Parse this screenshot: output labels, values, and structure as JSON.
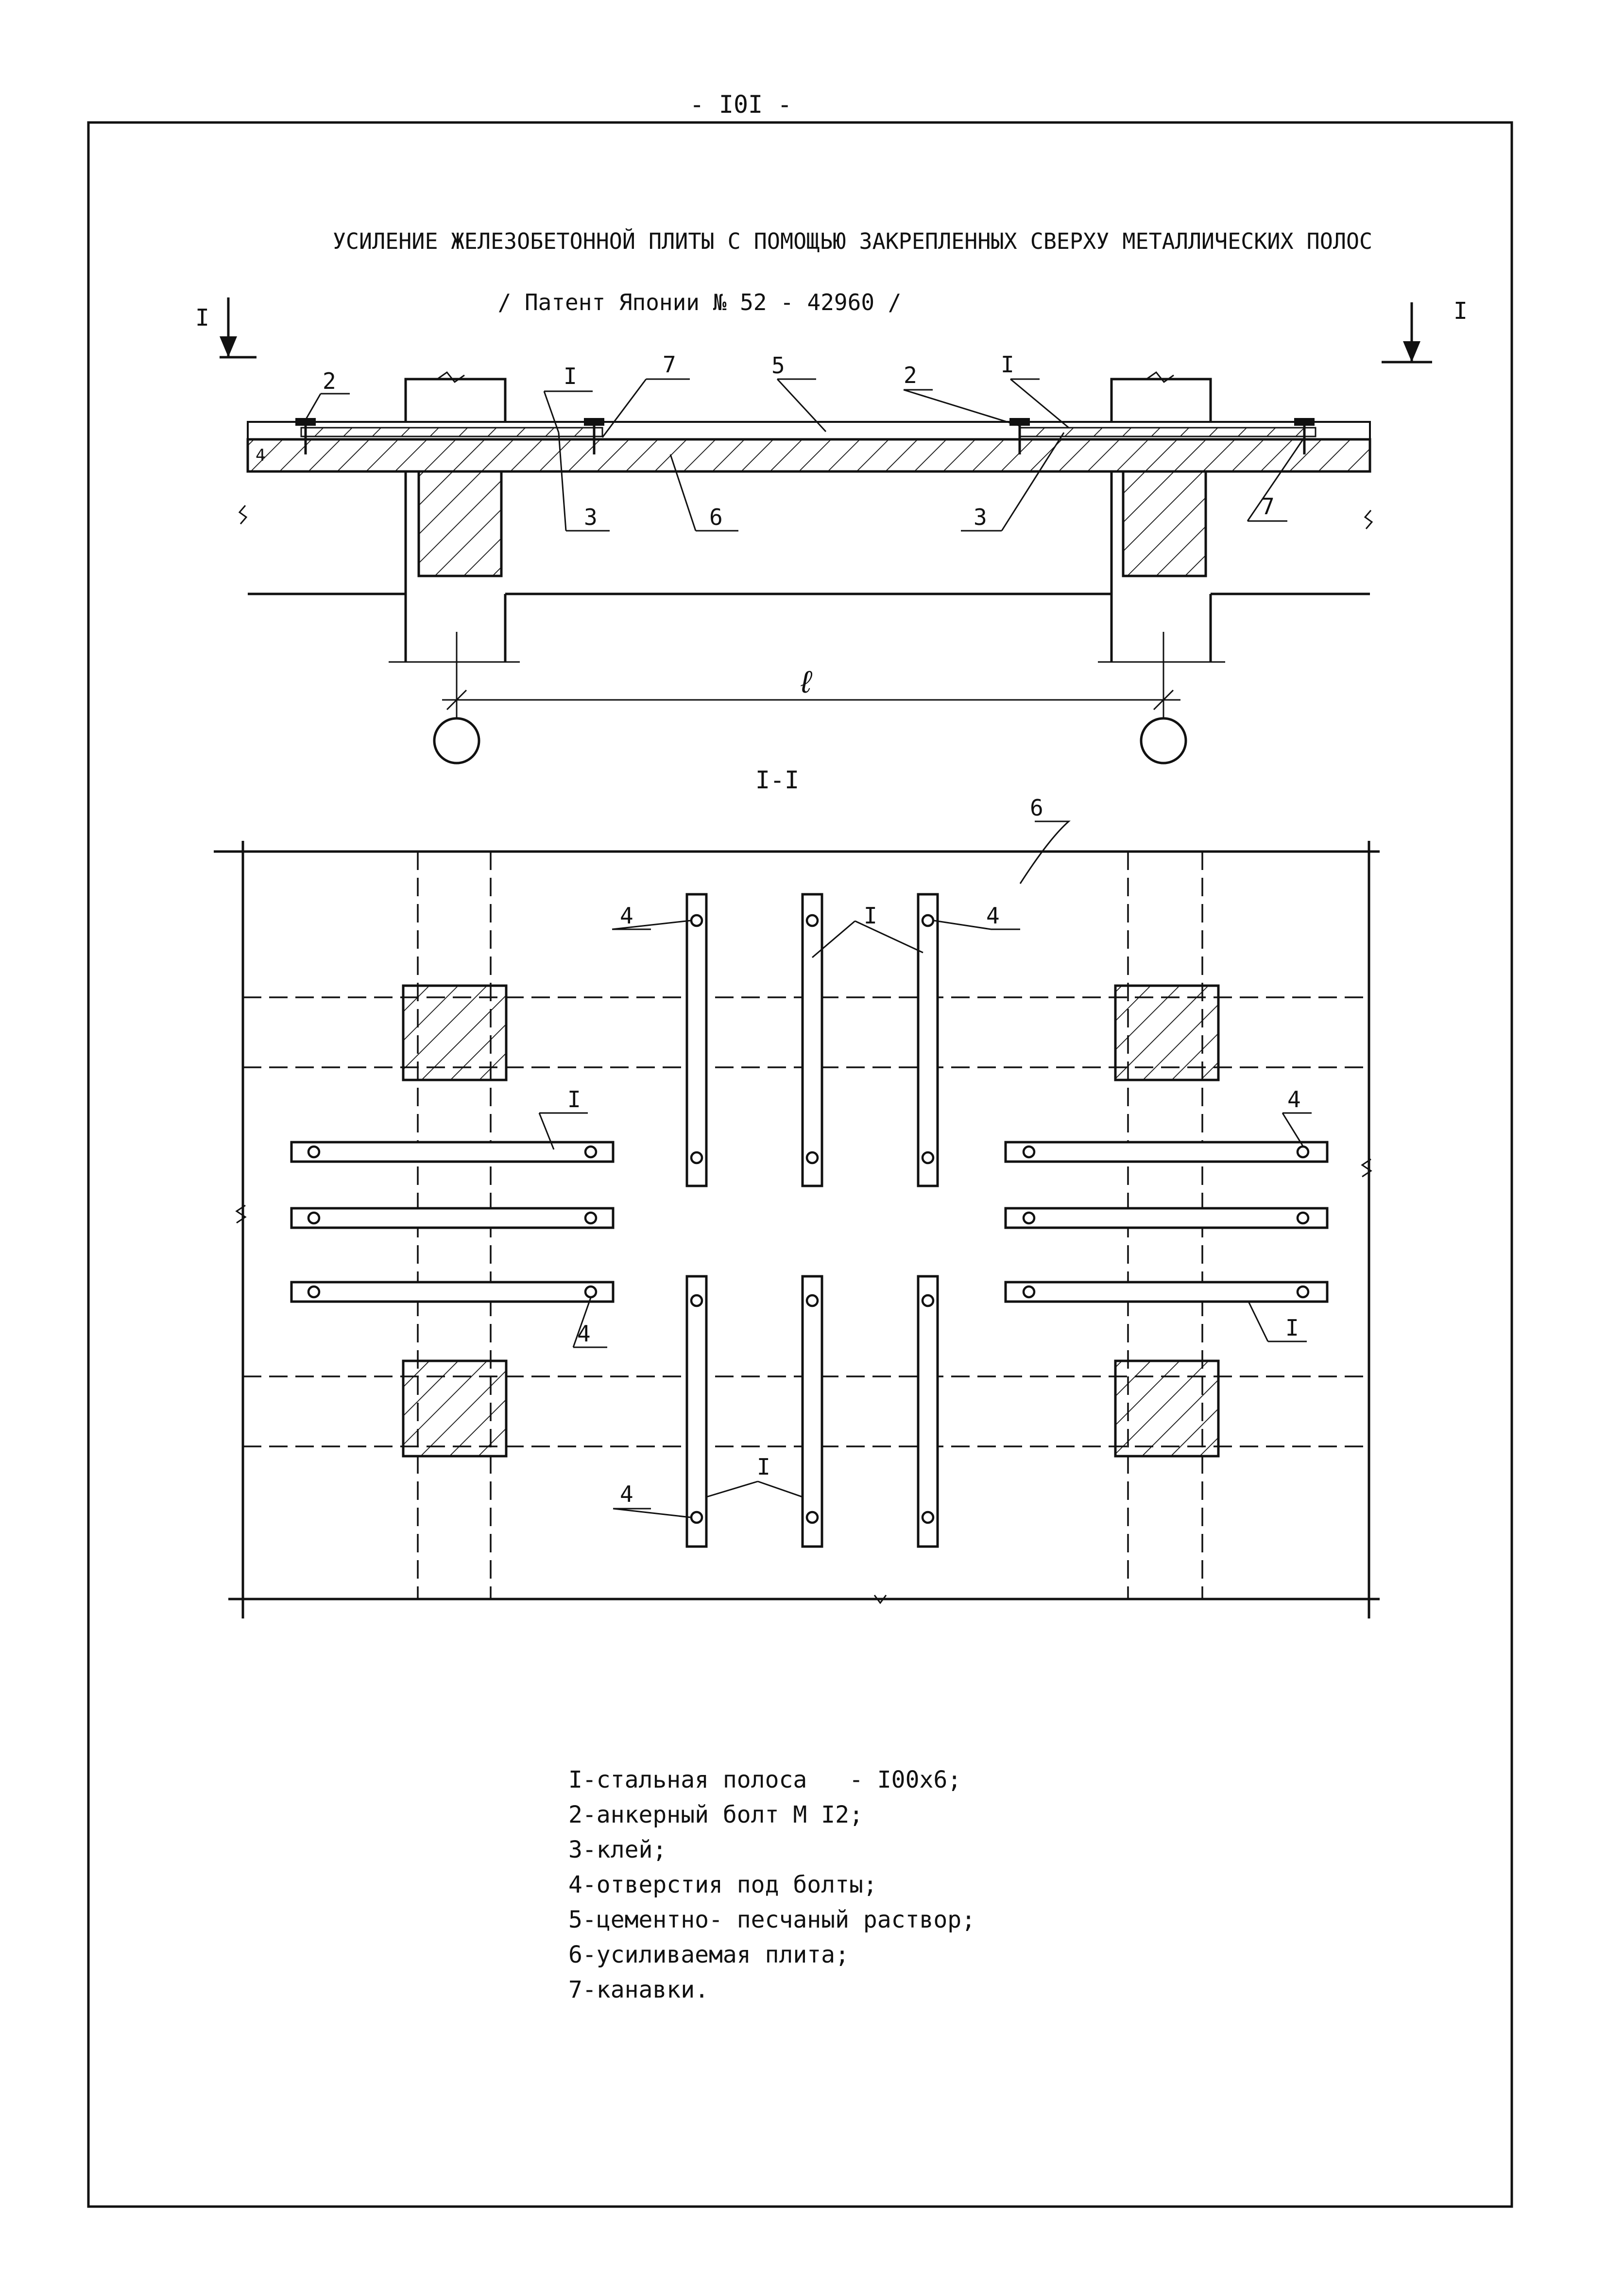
{
  "page_number": "- I0I -",
  "title": "УСИЛЕНИЕ ЖЕЛЕЗОБЕТОННОЙ ПЛИТЫ С ПОМОЩЬЮ ЗАКРЕПЛЕННЫХ СВЕРХУ МЕТАЛЛИЧЕСКИХ ПОЛОС",
  "subtitle": "/ Патент Японии № 52 - 42960 /",
  "section_marks": {
    "left": "I",
    "right": "I"
  },
  "section_view_title": "I-I",
  "span_label": "ℓ",
  "section_callouts": {
    "bolt_left": "2",
    "strip_left": "I",
    "groove_top": "7",
    "mortar": "5",
    "bolt_right": "2",
    "strip_right": "I",
    "glue_left": "3",
    "slab": "6",
    "glue_right": "3",
    "groove_right": "7",
    "hole_small": "4"
  },
  "plan_callouts": {
    "slab": "6",
    "hole_top_left": "4",
    "strip_top": "I",
    "hole_top_right": "4",
    "strip_left": "I",
    "hole_right": "4",
    "hole_left_bottom": "4",
    "strip_right": "I",
    "hole_bottom": "4",
    "strip_bottom": "I"
  },
  "legend": [
    "I-стальная полоса   - I00x6;",
    "2-анкерный болт М I2;",
    "3-клей;",
    "4-отверстия под болты;",
    "5-цементно- песчаный раствор;",
    "6-усиливаемая плита;",
    "7-канавки."
  ]
}
